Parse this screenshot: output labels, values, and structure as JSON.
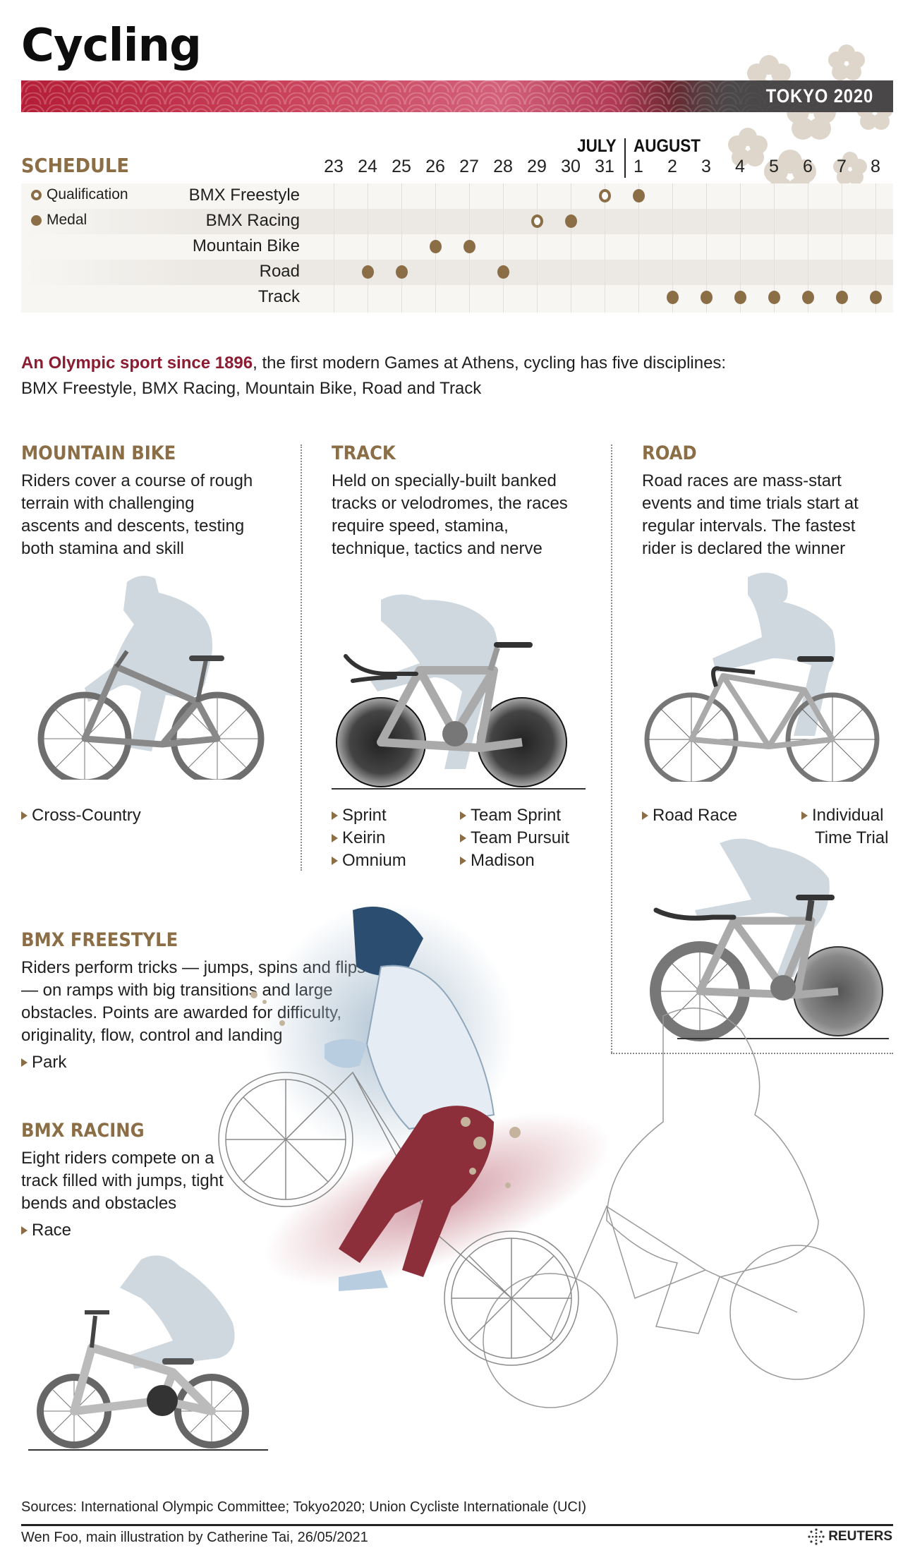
{
  "header": {
    "title": "Cycling",
    "banner_label": "TOKYO 2020"
  },
  "colors": {
    "accent_gold": "#8b6e46",
    "accent_red": "#8c1c31",
    "banner_red": "#b51d36",
    "banner_grey": "#4a4748",
    "silhouette": "#cfd8df"
  },
  "schedule": {
    "title": "SCHEDULE",
    "months": {
      "july": "JULY",
      "august": "AUGUST"
    },
    "days": [
      "23",
      "24",
      "25",
      "26",
      "27",
      "28",
      "29",
      "30",
      "31",
      "1",
      "2",
      "3",
      "4",
      "5",
      "6",
      "7",
      "8"
    ],
    "legend": {
      "qualification": "Qualification",
      "medal": "Medal"
    },
    "rows": [
      {
        "label": "BMX Freestyle",
        "events": [
          {
            "day_index": 8,
            "type": "qualification"
          },
          {
            "day_index": 9,
            "type": "medal"
          }
        ]
      },
      {
        "label": "BMX Racing",
        "events": [
          {
            "day_index": 6,
            "type": "qualification"
          },
          {
            "day_index": 7,
            "type": "medal"
          }
        ]
      },
      {
        "label": "Mountain Bike",
        "events": [
          {
            "day_index": 3,
            "type": "medal"
          },
          {
            "day_index": 4,
            "type": "medal"
          }
        ]
      },
      {
        "label": "Road",
        "events": [
          {
            "day_index": 1,
            "type": "medal"
          },
          {
            "day_index": 2,
            "type": "medal"
          },
          {
            "day_index": 5,
            "type": "medal"
          }
        ]
      },
      {
        "label": "Track",
        "events": [
          {
            "day_index": 10,
            "type": "medal"
          },
          {
            "day_index": 11,
            "type": "medal"
          },
          {
            "day_index": 12,
            "type": "medal"
          },
          {
            "day_index": 13,
            "type": "medal"
          },
          {
            "day_index": 14,
            "type": "medal"
          },
          {
            "day_index": 15,
            "type": "medal"
          },
          {
            "day_index": 16,
            "type": "medal"
          }
        ]
      }
    ]
  },
  "chart_data": {
    "type": "table",
    "title": "SCHEDULE",
    "columns": [
      "Jul 23",
      "Jul 24",
      "Jul 25",
      "Jul 26",
      "Jul 27",
      "Jul 28",
      "Jul 29",
      "Jul 30",
      "Jul 31",
      "Aug 1",
      "Aug 2",
      "Aug 3",
      "Aug 4",
      "Aug 5",
      "Aug 6",
      "Aug 7",
      "Aug 8"
    ],
    "legend": [
      "Qualification (hollow circle)",
      "Medal (filled circle)"
    ],
    "rows": [
      {
        "discipline": "BMX Freestyle",
        "qualification": [
          "Jul 31"
        ],
        "medal": [
          "Aug 1"
        ]
      },
      {
        "discipline": "BMX Racing",
        "qualification": [
          "Jul 29"
        ],
        "medal": [
          "Jul 30"
        ]
      },
      {
        "discipline": "Mountain Bike",
        "qualification": [],
        "medal": [
          "Jul 26",
          "Jul 27"
        ]
      },
      {
        "discipline": "Road",
        "qualification": [],
        "medal": [
          "Jul 24",
          "Jul 25",
          "Jul 28"
        ]
      },
      {
        "discipline": "Track",
        "qualification": [],
        "medal": [
          "Aug 2",
          "Aug 3",
          "Aug 4",
          "Aug 5",
          "Aug 6",
          "Aug 7",
          "Aug 8"
        ]
      }
    ]
  },
  "intro": {
    "highlight": "An Olympic sport since 1896",
    "rest_line1": ", the first modern Games at Athens, cycling has five disciplines:",
    "line2": "BMX Freestyle, BMX Racing, Mountain Bike, Road and Track"
  },
  "disciplines": {
    "mountain_bike": {
      "title": "MOUNTAIN BIKE",
      "lines": [
        "Riders cover a course of rough",
        "terrain with challenging",
        "ascents and descents, testing",
        "both stamina and skill"
      ],
      "events": [
        "Cross-Country"
      ]
    },
    "track": {
      "title": "TRACK",
      "lines": [
        "Held on specially-built banked",
        "tracks or velodromes, the races",
        "require speed, stamina,",
        "technique, tactics and nerve"
      ],
      "events": [
        "Sprint",
        "Keirin",
        "Omnium",
        "Team Sprint",
        "Team Pursuit",
        "Madison"
      ]
    },
    "road": {
      "title": "ROAD",
      "lines": [
        "Road races are mass-start",
        "events and time trials start at",
        "regular intervals. The fastest",
        "rider is declared the winner"
      ],
      "events": [
        "Road Race",
        "Individual",
        "Time Trial"
      ]
    },
    "bmx_freestyle": {
      "title": "BMX FREESTYLE",
      "lines": [
        "Riders perform tricks — jumps, spins and flips",
        "— on ramps with big transitions and large",
        "obstacles. Points are awarded for difficulty,",
        "originality, flow, control and landing"
      ],
      "events": [
        "Park"
      ]
    },
    "bmx_racing": {
      "title": "BMX RACING",
      "lines": [
        "Eight riders compete on a",
        "track filled with jumps, tight",
        "bends and obstacles"
      ],
      "events": [
        "Race"
      ]
    }
  },
  "illustrations": {
    "mountain_bike": "mountain-bike-with-rider-silhouette",
    "track": "track-bike-with-disc-wheels",
    "road_race": "road-bike-with-rider-silhouette",
    "time_trial": "time-trial-bike-with-rider-silhouette",
    "bmx_racing": "bmx-bike-with-rider-silhouette",
    "main": "bmx-freestyle-rider-illustration"
  },
  "footer": {
    "sources": "Sources: International Olympic Committee; Tokyo2020; Union Cycliste Internationale (UCI)",
    "credit": "Wen Foo, main illustration by Catherine Tai, 26/05/2021",
    "brand": "REUTERS"
  }
}
